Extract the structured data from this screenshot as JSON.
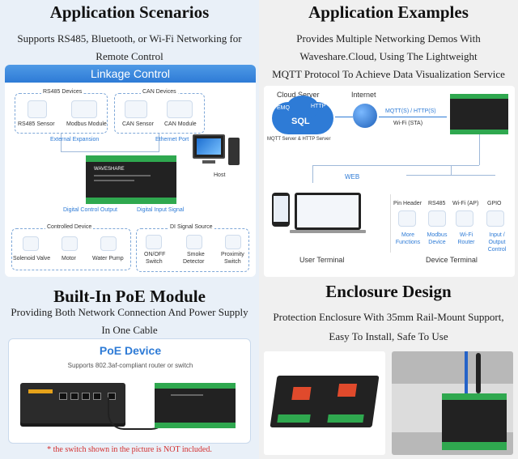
{
  "scenarios": {
    "title": "Application Scenarios",
    "subtitle_l1": "Supports RS485, Bluetooth, or Wi-Fi Networking for",
    "subtitle_l2": "Remote Control",
    "linkage_title": "Linkage Control",
    "rs485_group": "RS485 Devices",
    "rs485_sensor": "RS485 Sensor",
    "modbus_module": "Modbus Module",
    "can_group": "CAN Devices",
    "can_sensor": "CAN Sensor",
    "can_module": "CAN  Module",
    "external_expansion": "External Expansion",
    "ethernet_port": "Ethernet Port",
    "host": "Host",
    "digital_control_output": "Digital Control Output",
    "digital_input_signal": "Digital Input Signal",
    "controlled_group": "Controlled Device",
    "solenoid_valve": "Solenoid Valve",
    "motor": "Motor",
    "water_pump": "Water Pump",
    "di_group": "DI Signal Source",
    "onoff_switch_l1": "ON/OFF",
    "onoff_switch_l2": "Switch",
    "smoke_l1": "Smoke",
    "smoke_l2": "Detector",
    "proximity_l1": "Proximity",
    "proximity_l2": "Switch",
    "device_brand": "WAVESHARE"
  },
  "examples": {
    "title": "Application Examples",
    "subtitle_l1": "Provides Multiple Networking Demos With",
    "subtitle_l2": "Waveshare.Cloud, Using The Lightweight",
    "subtitle_l3": "MQTT Protocol To Achieve Data Visualization Service",
    "cloud_server": "Cloud Server",
    "internet": "Internet",
    "mqtt_server": "MQTT Server & HTTP Server",
    "emq": "EMQ",
    "sql": "SQL",
    "http": "HTTP",
    "mqtt_http": "MQTT(S) / HTTP(S)",
    "wifi_sta": "Wi-Fi (STA)",
    "web": "WEB",
    "user_terminal": "User Terminal",
    "device_terminal": "Device Terminal",
    "dt_items": [
      {
        "top": "Pin Header",
        "bottom": "More Functions"
      },
      {
        "top": "RS485",
        "bottom": "Modbus Device"
      },
      {
        "top": "Wi-Fi (AP)",
        "bottom": "Wi-Fi Router"
      },
      {
        "top": "GPIO",
        "bottom": "Input / Output Control"
      }
    ]
  },
  "poe": {
    "title": "Built-In PoE Module",
    "subtitle_l1": "Providing Both Network Connection And Power Supply",
    "subtitle_l2": "In One Cable",
    "box_title": "PoE Device",
    "box_sub": "Supports 802.3af-compliant router or switch",
    "note": "* the switch shown in the picture is NOT included."
  },
  "enclosure": {
    "title": "Enclosure Design",
    "subtitle_l1": "Protection Enclosure With 35mm Rail-Mount Support,",
    "subtitle_l2": "Easy To Install, Safe To Use"
  },
  "colors": {
    "accent": "#2e7bd6",
    "left_bg": "#e9f0f8",
    "right_bg": "#f0f0f0",
    "note_red": "#d32f2f"
  }
}
